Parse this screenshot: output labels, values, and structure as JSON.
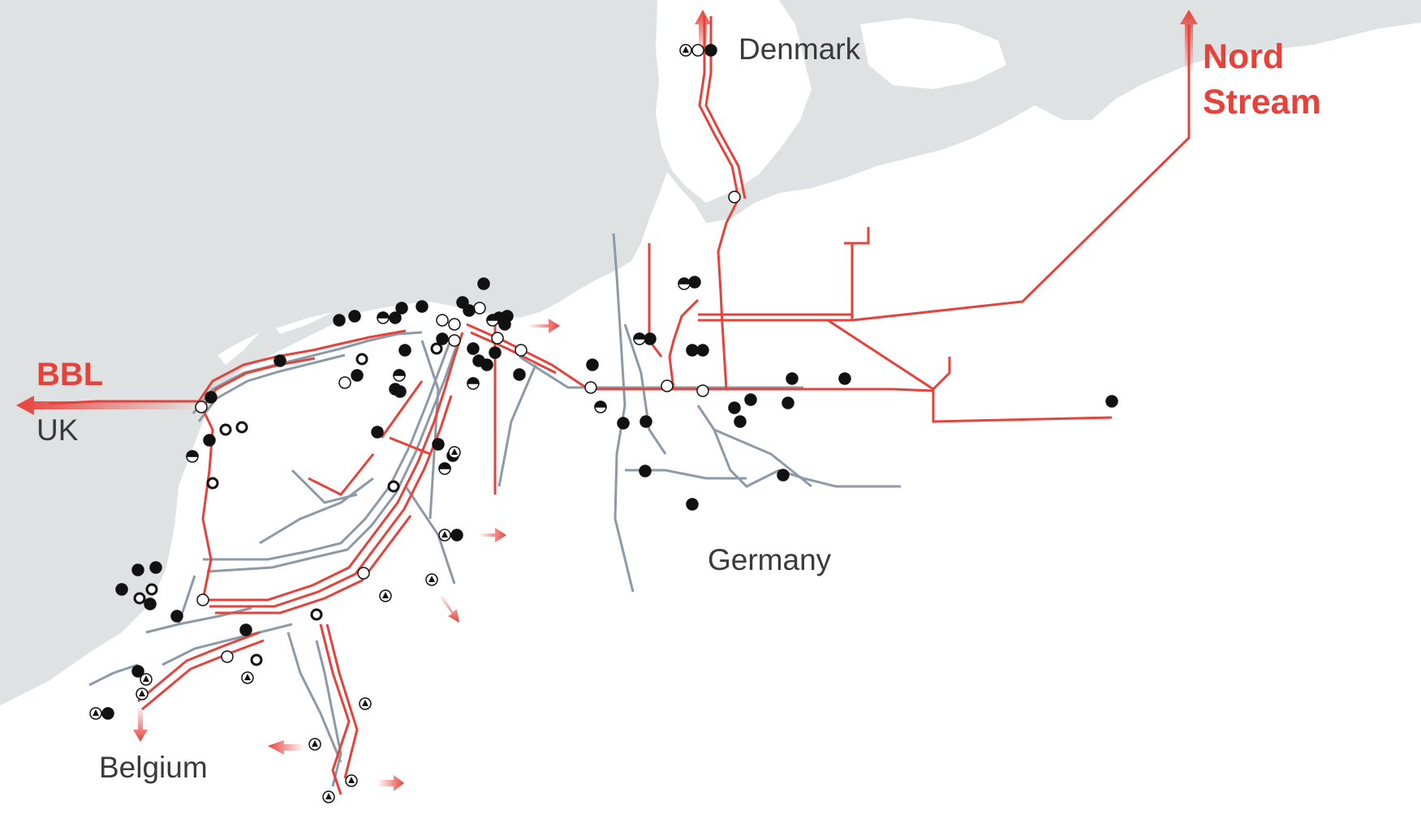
{
  "labels": {
    "denmark": "Denmark",
    "uk": "UK",
    "germany": "Germany",
    "belgium": "Belgium",
    "bbl": "BBL",
    "nord_stream_line1": "Nord",
    "nord_stream_line2": "Stream"
  },
  "colors": {
    "land_grey": "#dfe2e2",
    "sea_white": "#ffffff",
    "pipeline_red": "#e8413a",
    "pipeline_grey": "#8c9aa8",
    "node_black": "#111111",
    "label_text": "#3a3a3a"
  },
  "legend_symbols": [
    "filled-circle-node",
    "open-circle-node",
    "half-filled-node",
    "triangle-node",
    "ring-node"
  ]
}
